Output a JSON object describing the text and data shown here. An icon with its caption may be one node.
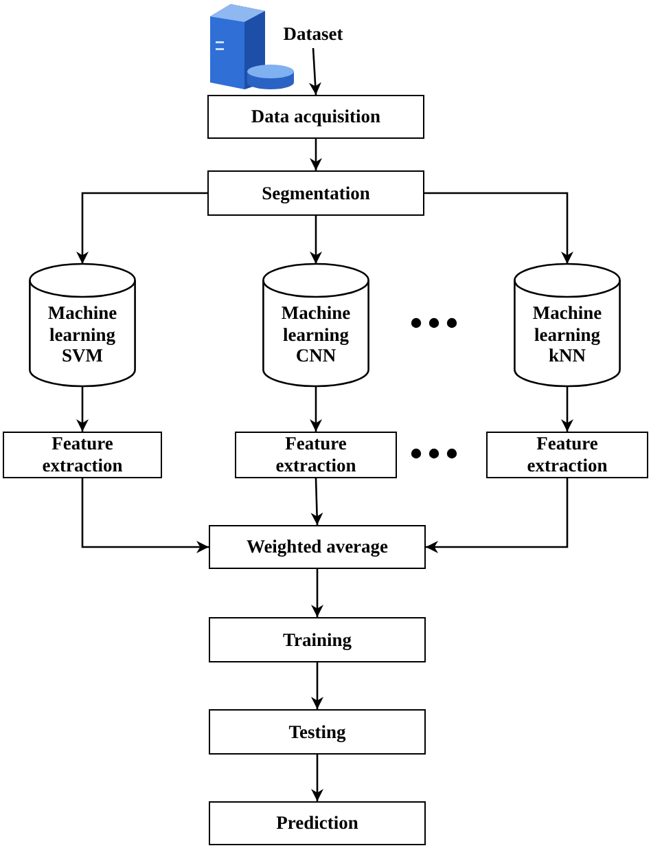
{
  "diagram": {
    "nodes": [
      {
        "text": [
          "Dataset"
        ]
      },
      {
        "text": [
          "Data acquisition"
        ]
      },
      {
        "text": [
          "Segmentation"
        ]
      },
      {
        "text": [
          "Machine learning SVM"
        ]
      },
      {
        "text": [
          "Machine learning CNN"
        ]
      },
      {
        "text": [
          "Machine learning kNN"
        ]
      },
      {
        "text": [
          "Feature extraction"
        ]
      },
      {
        "text": [
          "Feature extraction"
        ]
      },
      {
        "text": [
          "Feature extraction"
        ]
      },
      {
        "text": [
          "Weighted average"
        ]
      },
      {
        "text": [
          "Training"
        ]
      },
      {
        "text": [
          "Testing"
        ]
      },
      {
        "text": [
          "Prediction"
        ]
      }
    ],
    "edges": [
      {
        "from": 0,
        "to": 1,
        "arrow": "to"
      },
      {
        "from": 1,
        "to": 2,
        "arrow": "to"
      },
      {
        "from": 2,
        "to": 3,
        "arrow": "to"
      },
      {
        "from": 2,
        "to": 4,
        "arrow": "to"
      },
      {
        "from": 2,
        "to": 5,
        "arrow": "to"
      },
      {
        "from": 3,
        "to": 6,
        "arrow": "to"
      },
      {
        "from": 4,
        "to": 7,
        "arrow": "to"
      },
      {
        "from": 5,
        "to": 8,
        "arrow": "to"
      },
      {
        "from": 6,
        "to": 9,
        "arrow": "to"
      },
      {
        "from": 7,
        "to": 9,
        "arrow": "to"
      },
      {
        "from": 8,
        "to": 9,
        "arrow": "to"
      },
      {
        "from": 9,
        "to": 10,
        "arrow": "to"
      },
      {
        "from": 10,
        "to": 11,
        "arrow": "to"
      },
      {
        "from": 11,
        "to": 12,
        "arrow": "to"
      }
    ]
  }
}
